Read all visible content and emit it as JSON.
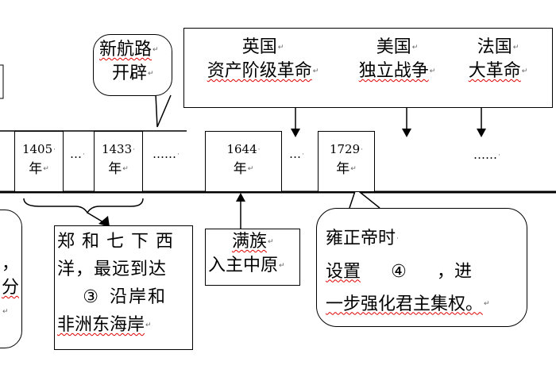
{
  "top_box": {
    "items": [
      {
        "line1": "英国",
        "line2": "资产阶级革命"
      },
      {
        "line1": "美国",
        "line2": "独立战争"
      },
      {
        "line1": "法国",
        "line2": "大革命"
      }
    ]
  },
  "new_route": {
    "line1": "新航路",
    "line2": "开辟"
  },
  "years": {
    "y1405": "1405",
    "y1433": "1433",
    "y1644": "1644",
    "y1729": "1729",
    "nian": "年"
  },
  "dots": {
    "d1": "…",
    "d2": "……",
    "d3": "…",
    "d4": "……"
  },
  "zhenghe": {
    "line1": "郑和七下西",
    "line2": "洋，最远到达",
    "blank": "③",
    "line3": "沿岸和",
    "line4": "非洲东海岸"
  },
  "manchu": {
    "line1": "满族",
    "line2": "入主中原"
  },
  "yongzheng": {
    "line1": "雍正帝时",
    "line2a": "设置",
    "blank": "④",
    "line2b": "，进",
    "line3": "一步强化君主集权。"
  },
  "left_edge": {
    "c1": "，",
    "c2": "分"
  },
  "return_mark": "↵"
}
